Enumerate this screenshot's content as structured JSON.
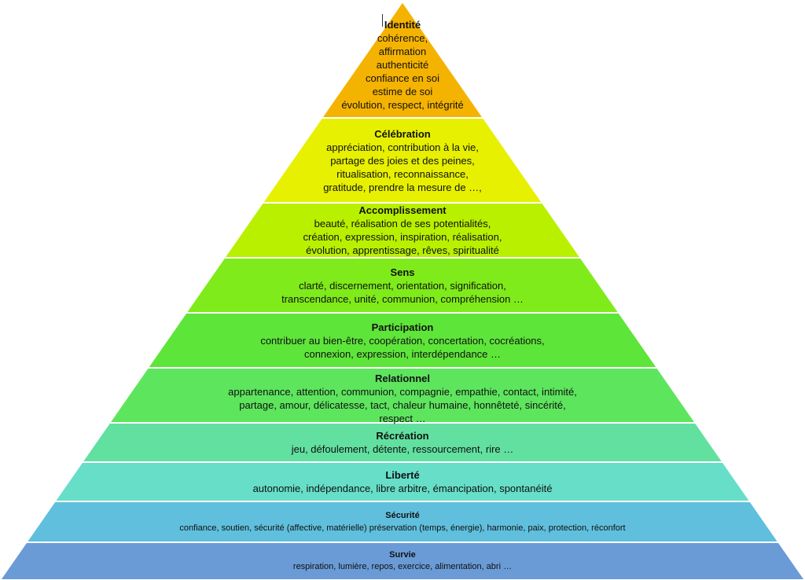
{
  "levels": [
    {
      "title": "Identité",
      "lines": [
        "cohérence,",
        "affirmation",
        "authenticité",
        "confiance en soi",
        "estime de soi",
        "évolution, respect, intégrité"
      ],
      "color": "#F5B301"
    },
    {
      "title": "Célébration",
      "lines": [
        "appréciation, contribution à la vie,",
        "partage des joies et des peines,",
        "ritualisation, reconnaissance,",
        "gratitude, prendre la mesure de …,"
      ],
      "color": "#E7F000"
    },
    {
      "title": "Accomplissement",
      "lines": [
        "beauté, réalisation de ses potentialités,",
        "création, expression, inspiration, réalisation,",
        "évolution, apprentissage, rêves, spiritualité"
      ],
      "color": "#B8F000"
    },
    {
      "title": "Sens",
      "lines": [
        "clarté, discernement, orientation, signification,",
        "transcendance, unité, communion, compréhension …"
      ],
      "color": "#7FEB1A"
    },
    {
      "title": "Participation",
      "lines": [
        "contribuer au bien-être, coopération, concertation, cocréations,",
        "connexion, expression, interdépendance …"
      ],
      "color": "#5EE53A"
    },
    {
      "title": "Relationnel",
      "lines": [
        "appartenance, attention, communion, compagnie, empathie, contact, intimité,",
        "partage, amour, délicatesse, tact, chaleur humaine, honnêteté, sincérité,",
        "respect …"
      ],
      "color": "#5EE55E"
    },
    {
      "title": "Récréation",
      "lines": [
        "jeu, défoulement, détente, ressourcement, rire …"
      ],
      "color": "#62E0A0"
    },
    {
      "title": "Liberté",
      "lines": [
        "autonomie, indépendance, libre arbitre, émancipation, spontanéité"
      ],
      "color": "#66DEC8"
    },
    {
      "title": "Sécurité",
      "lines": [
        "confiance, soutien, sécurité (affective, matérielle) préservation (temps, énergie), harmonie, paix, protection, réconfort"
      ],
      "color": "#60BFDD"
    },
    {
      "title": "Survie",
      "lines": [
        "respiration, lumière, repos, exercice, alimentation, abri …"
      ],
      "color": "#6A9BD6"
    }
  ]
}
